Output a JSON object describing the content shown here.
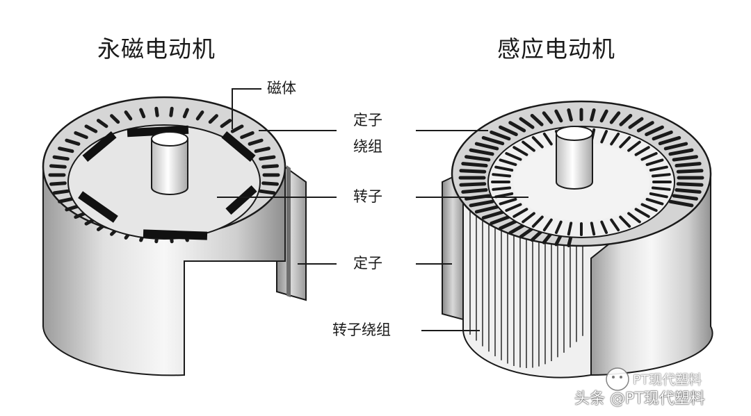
{
  "titles": {
    "left": "永磁电动机",
    "right": "感应电动机"
  },
  "labels": {
    "magnet": "磁体",
    "stator_winding_line1": "定子",
    "stator_winding_line2": "绕组",
    "rotor": "转子",
    "stator": "定子",
    "rotor_winding": "转子绕组"
  },
  "watermark": {
    "faint": "PT现代塑料",
    "main": "头条 @PT现代塑料"
  },
  "colors": {
    "outline": "#1a1a1a",
    "cylinder_light": "#f2f2f2",
    "cylinder_dark": "#9a9a9a",
    "face": "#e6e6e6"
  }
}
